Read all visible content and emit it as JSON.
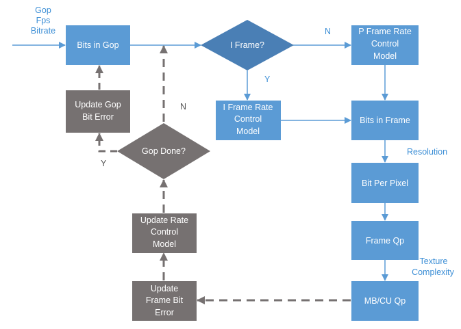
{
  "inputs": {
    "line1": "Gop",
    "line2": "Fps",
    "line3": "Bitrate"
  },
  "boxes": {
    "bits_in_gop": {
      "line1": "Bits in Gop"
    },
    "p_frame_model": {
      "line1": "P Frame Rate",
      "line2": "Control",
      "line3": "Model"
    },
    "i_frame_model": {
      "line1": "I Frame Rate",
      "line2": "Control",
      "line3": "Model"
    },
    "bits_in_frame": {
      "line1": "Bits in Frame"
    },
    "bit_per_pixel": {
      "line1": "Bit Per Pixel"
    },
    "frame_qp": {
      "line1": "Frame Qp"
    },
    "mb_cu_qp": {
      "line1": "MB/CU Qp"
    },
    "update_gop_error": {
      "line1": "Update Gop",
      "line2": "Bit Error"
    },
    "update_rc_model": {
      "line1": "Update Rate",
      "line2": "Control",
      "line3": "Model"
    },
    "update_frame_error": {
      "line1": "Update",
      "line2": "Frame Bit",
      "line3": "Error"
    }
  },
  "decisions": {
    "i_frame": {
      "line1": "I Frame?"
    },
    "gop_done": {
      "line1": "Gop Done?"
    }
  },
  "labels": {
    "n_top": "N",
    "y_iframe": "Y",
    "n_gop": "N",
    "y_gop": "Y",
    "resolution": "Resolution",
    "texture_line1": "Texture",
    "texture_line2": "Complexity"
  },
  "colors": {
    "blue_box": "#5b9bd5",
    "blue_diamond": "#4a7fb5",
    "gray_box": "#767171",
    "arrow_blue": "#5b9bd5",
    "arrow_gray": "#767171",
    "label_blue": "#3d8fd6"
  }
}
